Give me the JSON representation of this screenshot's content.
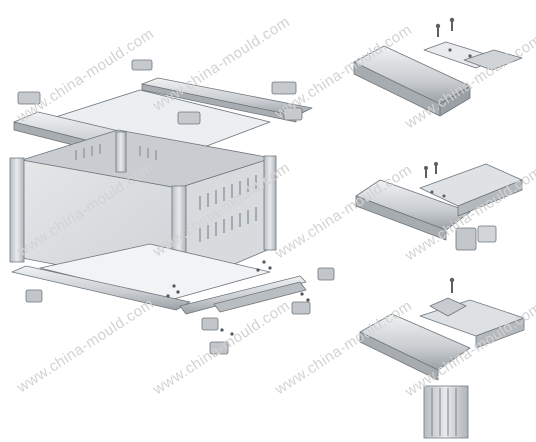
{
  "watermark": {
    "text": "www.china-mould.com"
  },
  "colors": {
    "metal_light": "#e6e8ea",
    "metal_mid": "#c4c8cc",
    "metal_dark": "#8e949a",
    "panel": "#d9dcdf",
    "panel_top": "#eceff1",
    "outline": "#6f767c",
    "watermark": "#d2d2d2",
    "background": "#ffffff"
  },
  "views": [
    {
      "kind": "exploded-enclosure"
    },
    {
      "kind": "corner-detail-top"
    },
    {
      "kind": "corner-detail-middle"
    },
    {
      "kind": "corner-detail-bottom"
    }
  ]
}
